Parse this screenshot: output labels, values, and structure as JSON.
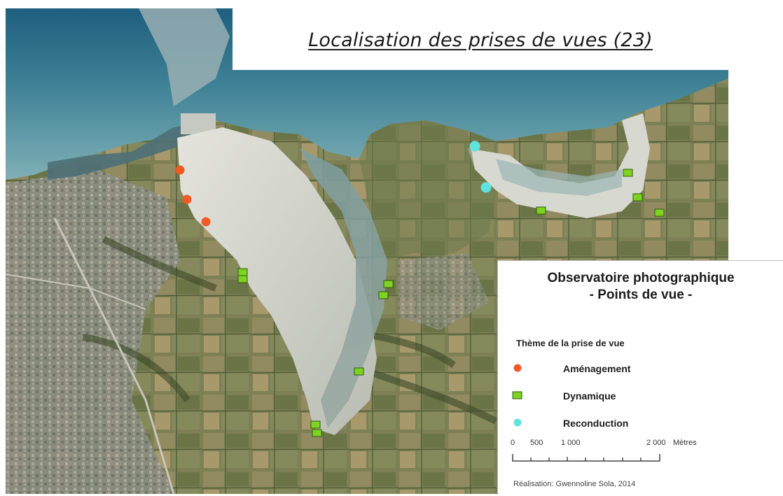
{
  "map": {
    "title": "Localisation des prises de vues (23)",
    "colors": {
      "amenagement": "#f15a24",
      "dynamique": "#7ed321",
      "dynamique_border": "#2d5a10",
      "reconduction": "#5fe3df"
    },
    "points": {
      "amenagement": [
        {
          "n": 1
        },
        {
          "n": 2
        },
        {
          "n": 3
        }
      ],
      "dynamique": [
        {
          "n": 1
        },
        {
          "n": 2
        },
        {
          "n": 3
        },
        {
          "n": 4
        },
        {
          "n": 5
        },
        {
          "n": 6
        },
        {
          "n": 7
        },
        {
          "n": 8
        },
        {
          "n": 9
        },
        {
          "n": 10
        },
        {
          "n": 11
        }
      ],
      "reconduction": [
        {
          "n": 1
        },
        {
          "n": 2
        }
      ]
    }
  },
  "legend": {
    "title_line1": "Observatoire photographique",
    "title_line2": "- Points de vue -",
    "subtitle": "Thème de la prise de vue",
    "items": [
      {
        "label": "Aménagement",
        "icon": "orange-circle-icon"
      },
      {
        "label": "Dynamique",
        "icon": "green-square-icon"
      },
      {
        "label": "Reconduction",
        "icon": "cyan-circle-icon"
      }
    ],
    "scale": {
      "labels": [
        "0",
        "500",
        "1 000",
        "2 000"
      ],
      "unit": "Mètres"
    },
    "credit": "Réalisation: Gwennoline Sola, 2014"
  }
}
